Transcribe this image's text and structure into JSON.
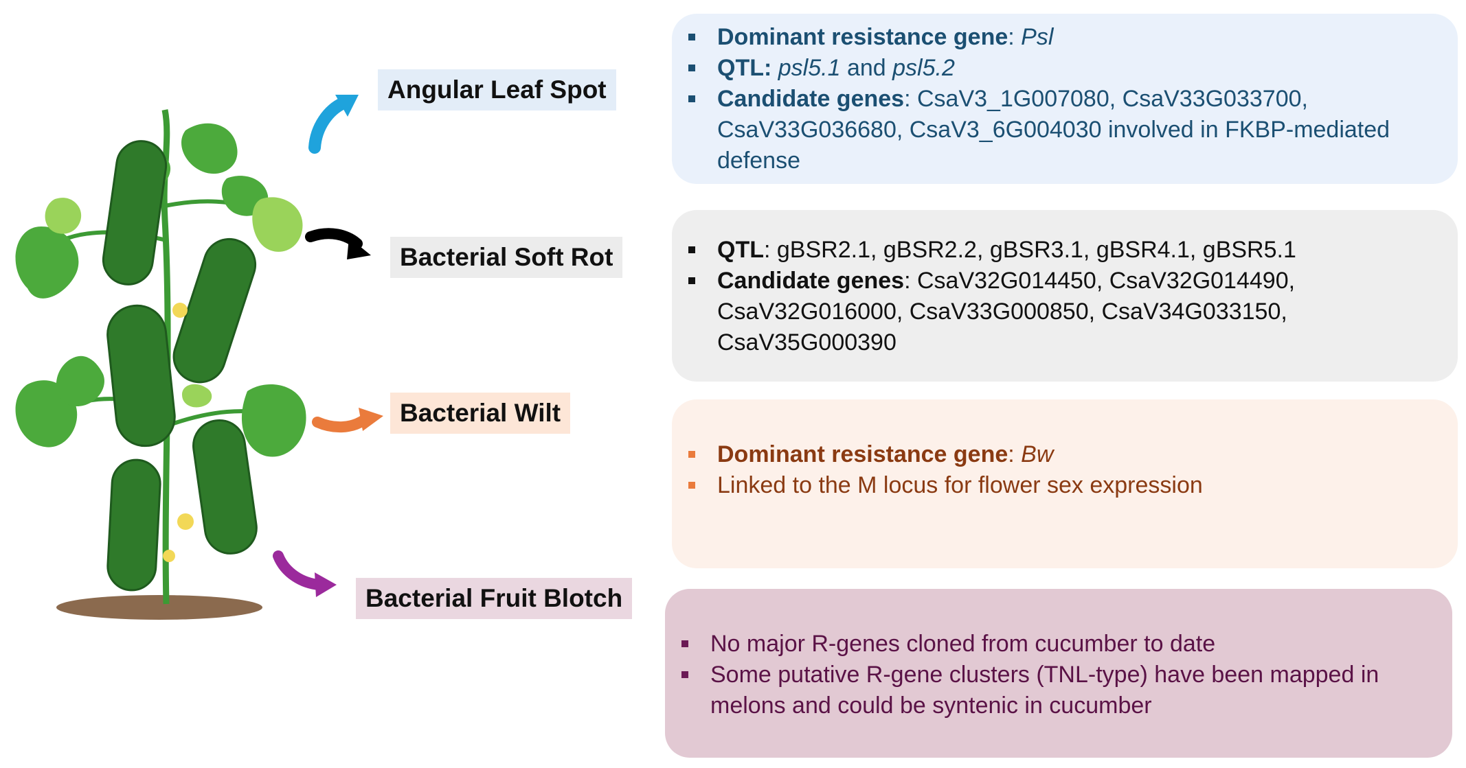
{
  "diseases": [
    {
      "id": "angular-leaf-spot",
      "label": "Angular Leaf Spot",
      "label_bg": "#e3edf8",
      "arrow_color": "#1fa3dc",
      "box_bg": "#eaf1fb",
      "text_color": "#1b4f72",
      "bullet_color": "#1b4f72",
      "items": [
        {
          "key": "Dominant resistance gene",
          "sep": ": ",
          "rest": [
            {
              "t": "Psl",
              "italic": true
            }
          ]
        },
        {
          "key": "QTL:",
          "sep": " ",
          "rest": [
            {
              "t": "psl5.1",
              "italic": true
            },
            {
              "t": " and "
            },
            {
              "t": "psl5.2",
              "italic": true
            }
          ]
        },
        {
          "key": "Candidate genes",
          "sep": ": ",
          "rest": [
            {
              "t": "CsaV3_1G007080, CsaV33G033700, CsaV33G036680, CsaV3_6G004030 involved in FKBP-mediated defense"
            }
          ]
        }
      ]
    },
    {
      "id": "bacterial-soft-rot",
      "label": "Bacterial Soft Rot",
      "label_bg": "#ececec",
      "arrow_color": "#000000",
      "box_bg": "#eeeeee",
      "text_color": "#111111",
      "bullet_color": "#111111",
      "items": [
        {
          "key": "QTL",
          "sep": ": ",
          "rest": [
            {
              "t": "gBSR2.1, gBSR2.2, gBSR3.1, gBSR4.1, gBSR5.1"
            }
          ]
        },
        {
          "key": "Candidate genes",
          "sep": ": ",
          "rest": [
            {
              "t": "CsaV32G014450, CsaV32G014490, CsaV32G016000, CsaV33G000850, CsaV34G033150, CsaV35G000390"
            }
          ]
        }
      ]
    },
    {
      "id": "bacterial-wilt",
      "label": "Bacterial Wilt",
      "label_bg": "#fde6d7",
      "arrow_color": "#ea7b3c",
      "box_bg": "#fdf1ea",
      "text_color": "#8a3a12",
      "bullet_color": "#ea7b3c",
      "items": [
        {
          "key": "Dominant resistance gene",
          "sep": ": ",
          "rest": [
            {
              "t": "Bw",
              "italic": true
            }
          ]
        },
        {
          "key": "",
          "sep": "",
          "rest": [
            {
              "t": "Linked to the M locus for flower sex expression"
            }
          ]
        }
      ]
    },
    {
      "id": "bacterial-fruit-blotch",
      "label": "Bacterial Fruit Blotch",
      "label_bg": "#ead7e0",
      "arrow_color": "#9b2a9c",
      "box_bg": "#e2c9d3",
      "text_color": "#5a1246",
      "bullet_color": "#6b1a55",
      "items": [
        {
          "key": "",
          "sep": "",
          "rest": [
            {
              "t": "No major R-genes cloned from cucumber to date"
            }
          ]
        },
        {
          "key": "",
          "sep": "",
          "rest": [
            {
              "t": "Some putative R-gene clusters (TNL-type) have been mapped in melons and could be syntenic in cucumber"
            }
          ]
        }
      ]
    }
  ],
  "plant": {
    "leaf_color": "#4caa3c",
    "leaf_light": "#9ad35a",
    "fruit_color": "#2f7a2a",
    "soil_color": "#8b6a4e"
  }
}
